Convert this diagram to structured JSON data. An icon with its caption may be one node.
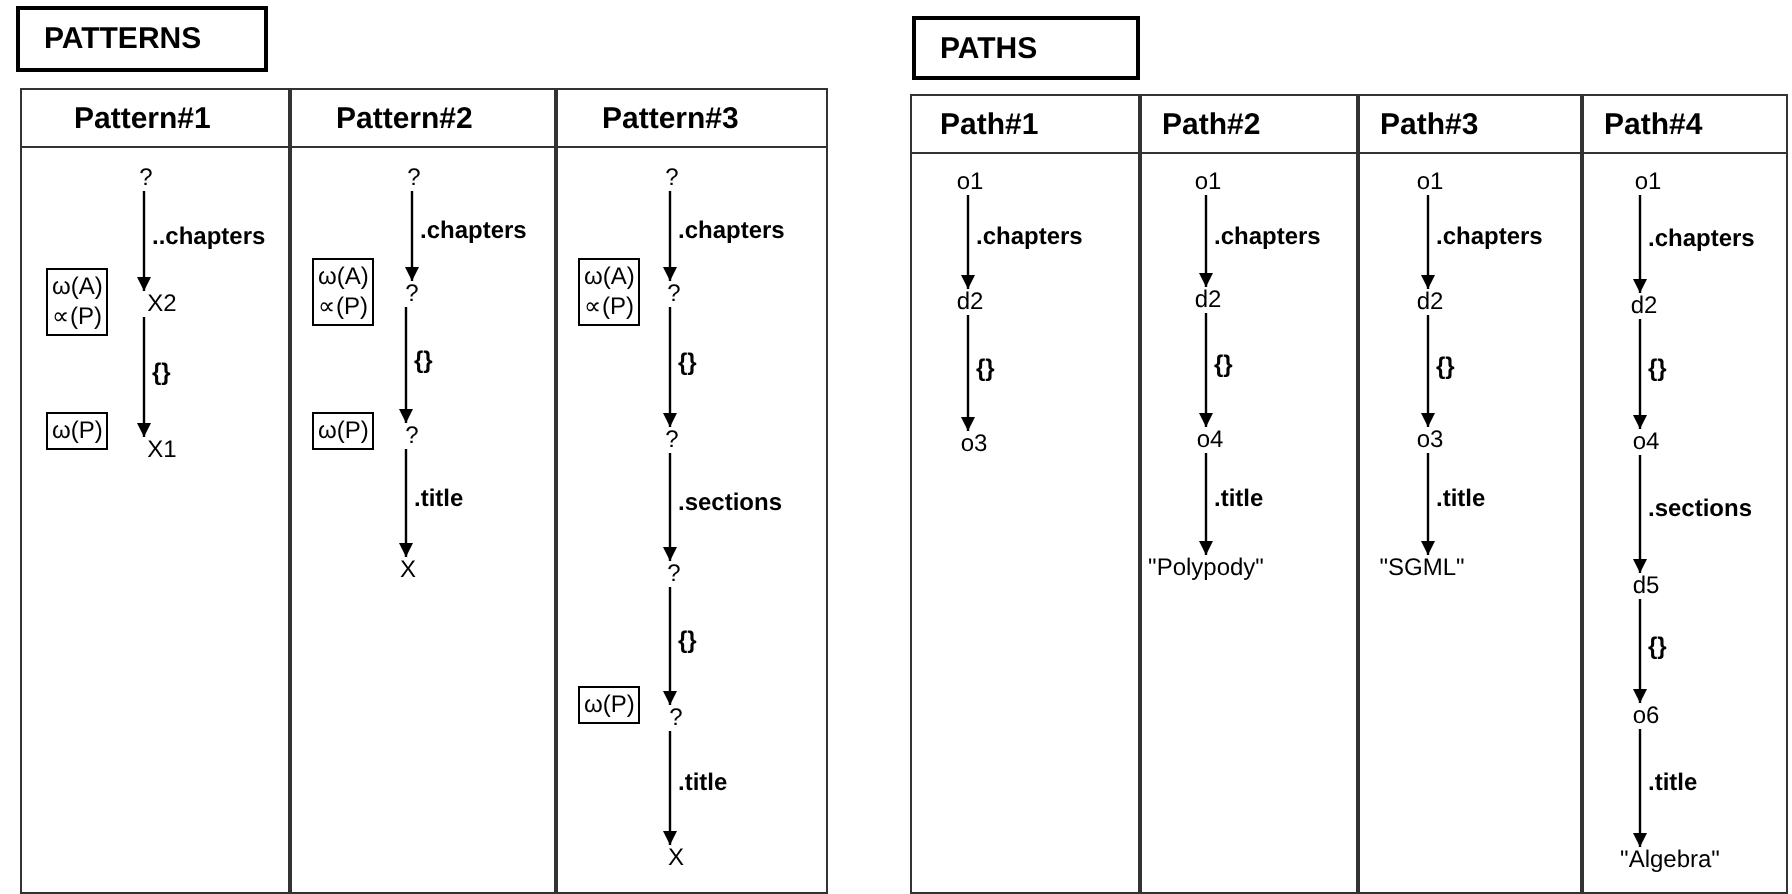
{
  "diagram": {
    "nodes": [
      {
        "text": [
          "PATTERNS"
        ]
      },
      {
        "text": [
          "Pattern#1"
        ]
      },
      {
        "text": [
          "?"
        ],
        "in": 1
      },
      {
        "text": [
          "ω(A)",
          "∝(P)"
        ],
        "in": 1
      },
      {
        "text": [
          "X2"
        ],
        "in": 1
      },
      {
        "text": [
          "ω(P)"
        ],
        "in": 1
      },
      {
        "text": [
          "X1"
        ],
        "in": 1
      },
      {
        "text": [
          "Pattern#2"
        ]
      },
      {
        "text": [
          "?"
        ],
        "in": 7
      },
      {
        "text": [
          "ω(A)",
          "∝(P)"
        ],
        "in": 7
      },
      {
        "text": [
          "?"
        ],
        "in": 7
      },
      {
        "text": [
          "ω(P)"
        ],
        "in": 7
      },
      {
        "text": [
          "?"
        ],
        "in": 7
      },
      {
        "text": [
          "X"
        ],
        "in": 7
      },
      {
        "text": [
          "Pattern#3"
        ]
      },
      {
        "text": [
          "?"
        ],
        "in": 14
      },
      {
        "text": [
          "ω(A)",
          "∝(P)"
        ],
        "in": 14
      },
      {
        "text": [
          "?"
        ],
        "in": 14
      },
      {
        "text": [
          "?"
        ],
        "in": 14
      },
      {
        "text": [
          "?"
        ],
        "in": 14
      },
      {
        "text": [
          "ω(P)"
        ],
        "in": 14
      },
      {
        "text": [
          "?"
        ],
        "in": 14
      },
      {
        "text": [
          "X"
        ],
        "in": 14
      },
      {
        "text": [
          "PATHS"
        ]
      },
      {
        "text": [
          "Path#1"
        ]
      },
      {
        "text": [
          "o1"
        ],
        "in": 24
      },
      {
        "text": [
          "d2"
        ],
        "in": 24
      },
      {
        "text": [
          "o3"
        ],
        "in": 24
      },
      {
        "text": [
          "Path#2"
        ]
      },
      {
        "text": [
          "o1"
        ],
        "in": 28
      },
      {
        "text": [
          "d2"
        ],
        "in": 28
      },
      {
        "text": [
          "o4"
        ],
        "in": 28
      },
      {
        "text": [
          "\"Polypody\""
        ],
        "in": 28
      },
      {
        "text": [
          "Path#3"
        ]
      },
      {
        "text": [
          "o1"
        ],
        "in": 33
      },
      {
        "text": [
          "d2"
        ],
        "in": 33
      },
      {
        "text": [
          "o3"
        ],
        "in": 33
      },
      {
        "text": [
          "\"SGML\""
        ],
        "in": 33
      },
      {
        "text": [
          "Path#4"
        ]
      },
      {
        "text": [
          "o1"
        ],
        "in": 38
      },
      {
        "text": [
          "d2"
        ],
        "in": 38
      },
      {
        "text": [
          "o4"
        ],
        "in": 38
      },
      {
        "text": [
          "d5"
        ],
        "in": 38
      },
      {
        "text": [
          "o6"
        ],
        "in": 38
      },
      {
        "text": [
          "\"Algebra\""
        ],
        "in": 38
      }
    ],
    "edges": [
      {
        "from": 2,
        "to": 4,
        "arrow": "to",
        "label": "..chapters"
      },
      {
        "from": 4,
        "to": 6,
        "arrow": "to",
        "label": "{}"
      },
      {
        "from": 8,
        "to": 10,
        "arrow": "to",
        "label": ".chapters"
      },
      {
        "from": 10,
        "to": 12,
        "arrow": "to",
        "label": "{}"
      },
      {
        "from": 12,
        "to": 13,
        "arrow": "to",
        "label": ".title"
      },
      {
        "from": 15,
        "to": 17,
        "arrow": "to",
        "label": ".chapters"
      },
      {
        "from": 17,
        "to": 18,
        "arrow": "to",
        "label": "{}"
      },
      {
        "from": 18,
        "to": 19,
        "arrow": "to",
        "label": ".sections"
      },
      {
        "from": 19,
        "to": 21,
        "arrow": "to",
        "label": "{}"
      },
      {
        "from": 21,
        "to": 22,
        "arrow": "to",
        "label": ".title"
      },
      {
        "from": 25,
        "to": 26,
        "arrow": "to",
        "label": ".chapters"
      },
      {
        "from": 26,
        "to": 27,
        "arrow": "to",
        "label": "{}"
      },
      {
        "from": 29,
        "to": 30,
        "arrow": "to",
        "label": ".chapters"
      },
      {
        "from": 30,
        "to": 31,
        "arrow": "to",
        "label": "{}"
      },
      {
        "from": 31,
        "to": 32,
        "arrow": "to",
        "label": ".title"
      },
      {
        "from": 34,
        "to": 35,
        "arrow": "to",
        "label": ".chapters"
      },
      {
        "from": 35,
        "to": 36,
        "arrow": "to",
        "label": "{}"
      },
      {
        "from": 36,
        "to": 37,
        "arrow": "to",
        "label": ".title"
      },
      {
        "from": 39,
        "to": 40,
        "arrow": "to",
        "label": ".chapters"
      },
      {
        "from": 40,
        "to": 41,
        "arrow": "to",
        "label": "{}"
      },
      {
        "from": 41,
        "to": 42,
        "arrow": "to",
        "label": ".sections"
      },
      {
        "from": 42,
        "to": 43,
        "arrow": "to",
        "label": "{}"
      },
      {
        "from": 43,
        "to": 44,
        "arrow": "to",
        "label": ".title"
      }
    ]
  }
}
